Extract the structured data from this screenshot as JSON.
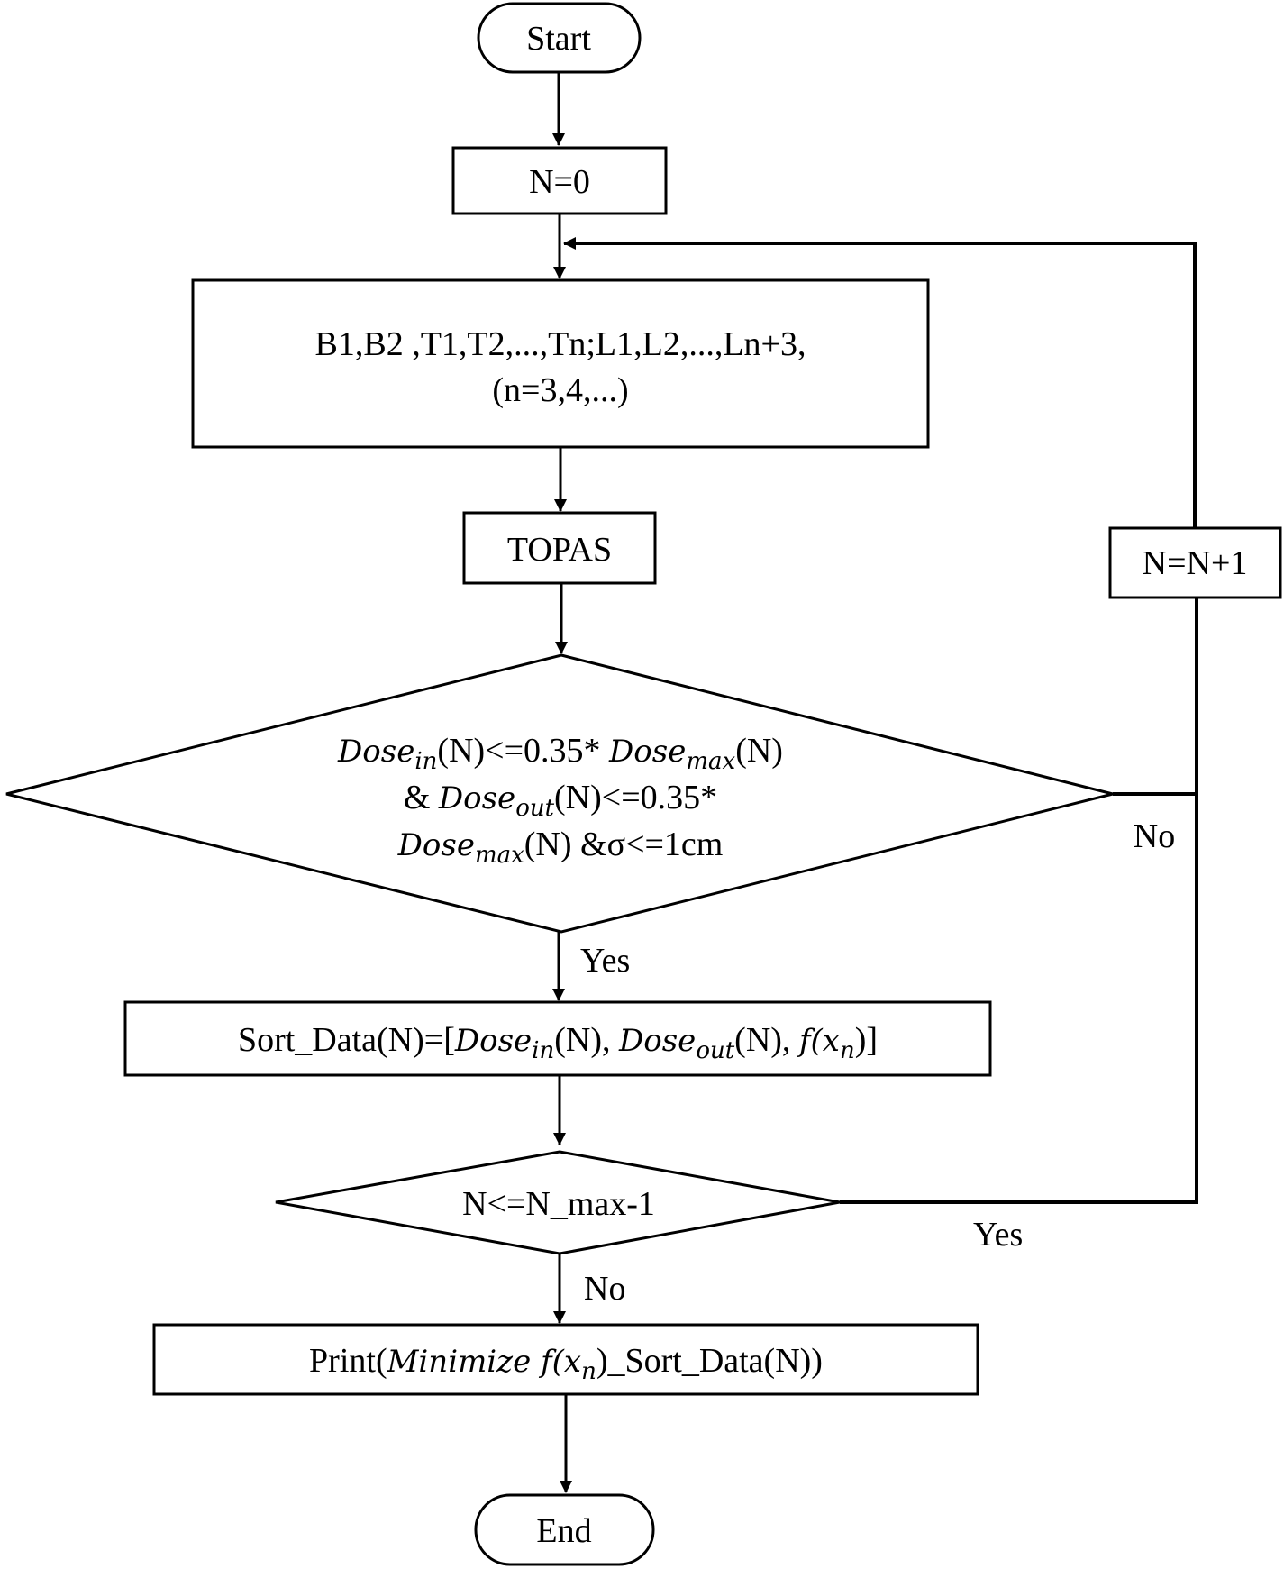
{
  "diagram": {
    "type": "flowchart",
    "nodes": {
      "start": {
        "shape": "terminal",
        "label": "Start"
      },
      "init": {
        "shape": "process",
        "label": "N=0"
      },
      "params": {
        "shape": "process",
        "line1": "B1,B2 ,T1,T2,...,Tn;L1,L2,...,Ln+3,",
        "line2": "(n=3,4,...)"
      },
      "topas": {
        "shape": "process",
        "label": "TOPAS"
      },
      "dose_check": {
        "shape": "decision",
        "line1": {
          "dose": "Dose",
          "sub_in": "in",
          "mid": "(N)<=0.35* ",
          "dose2": "Dose",
          "sub_max": "max",
          "end": "(N)"
        },
        "line2": {
          "pre": "& ",
          "dose": "Dose",
          "sub_out": "out",
          "end": "(N)<=0.35*"
        },
        "line3": {
          "dose": "Dose",
          "sub_max": "max",
          "end": "(N) &σ<=1cm"
        }
      },
      "sort": {
        "shape": "process",
        "pre": "Sort_Data(N)=[",
        "dose_in": "Dose",
        "sub_in": "in",
        "n1": "(N), ",
        "dose_out": "Dose",
        "sub_out": "out",
        "n2": "(N), ",
        "f": "f",
        "x": "(x",
        "sub_n": "n",
        "close": ")]"
      },
      "iter_check": {
        "shape": "decision",
        "label": "N<=N_max-1"
      },
      "increment": {
        "shape": "process",
        "label": "N=N+1"
      },
      "print": {
        "shape": "process",
        "pre": "Print(",
        "minimize": "Minimize f",
        "x": "(x",
        "sub_n": "n",
        "post": ")_Sort_Data(N))"
      },
      "end": {
        "shape": "terminal",
        "label": "End"
      }
    },
    "edge_labels": {
      "dose_yes": "Yes",
      "dose_no": "No",
      "iter_yes": "Yes",
      "iter_no": "No"
    },
    "colors": {
      "stroke": "#000000",
      "background": "#ffffff"
    }
  }
}
